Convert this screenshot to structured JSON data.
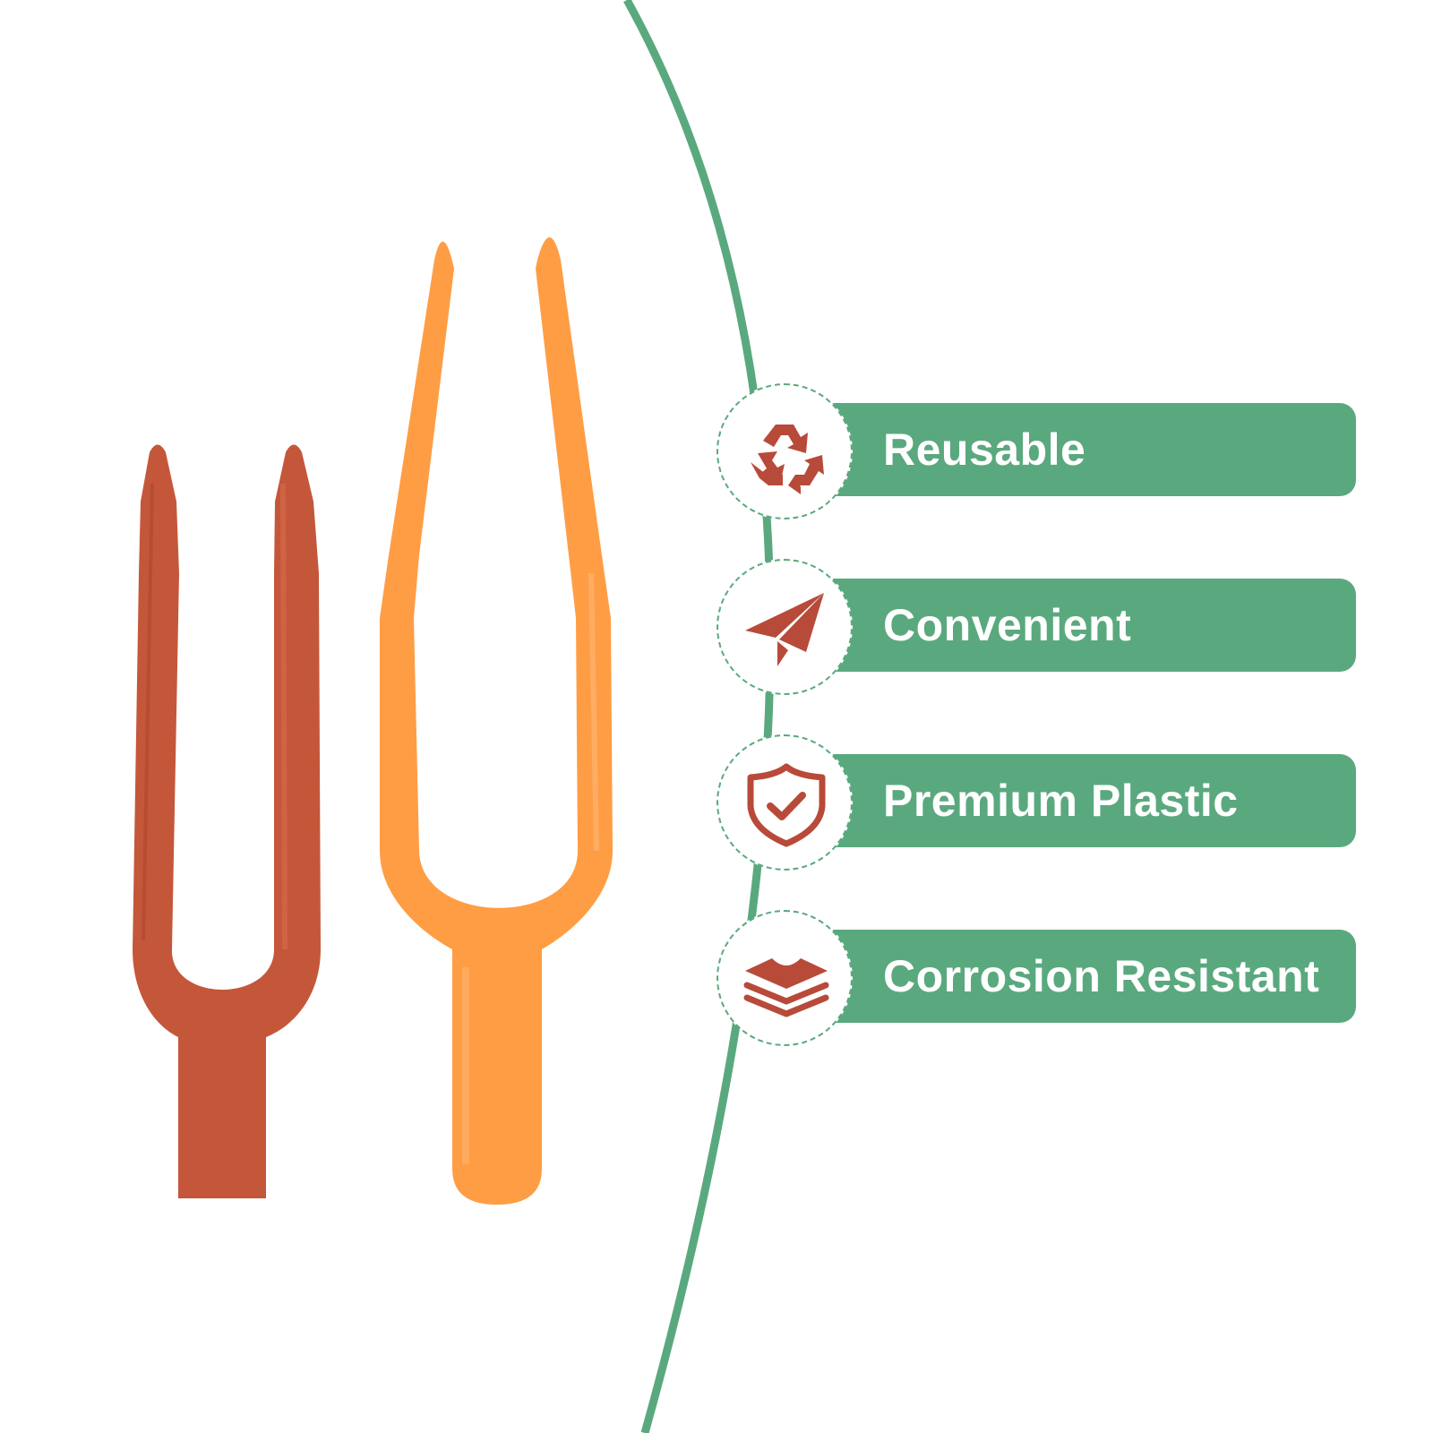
{
  "colors": {
    "accent_green": "#5aa97e",
    "badge_icon": "#b84a3a",
    "fork_rust": "#c4573a",
    "fork_orange": "#ff9d45",
    "label_text": "#ffffff",
    "background": "#ffffff"
  },
  "features": [
    {
      "label": "Reusable",
      "icon": "recycle-icon"
    },
    {
      "label": "Convenient",
      "icon": "paper-plane-icon"
    },
    {
      "label": "Premium Plastic",
      "icon": "shield-check-icon"
    },
    {
      "label": "Corrosion Resistant",
      "icon": "layers-icon"
    }
  ]
}
